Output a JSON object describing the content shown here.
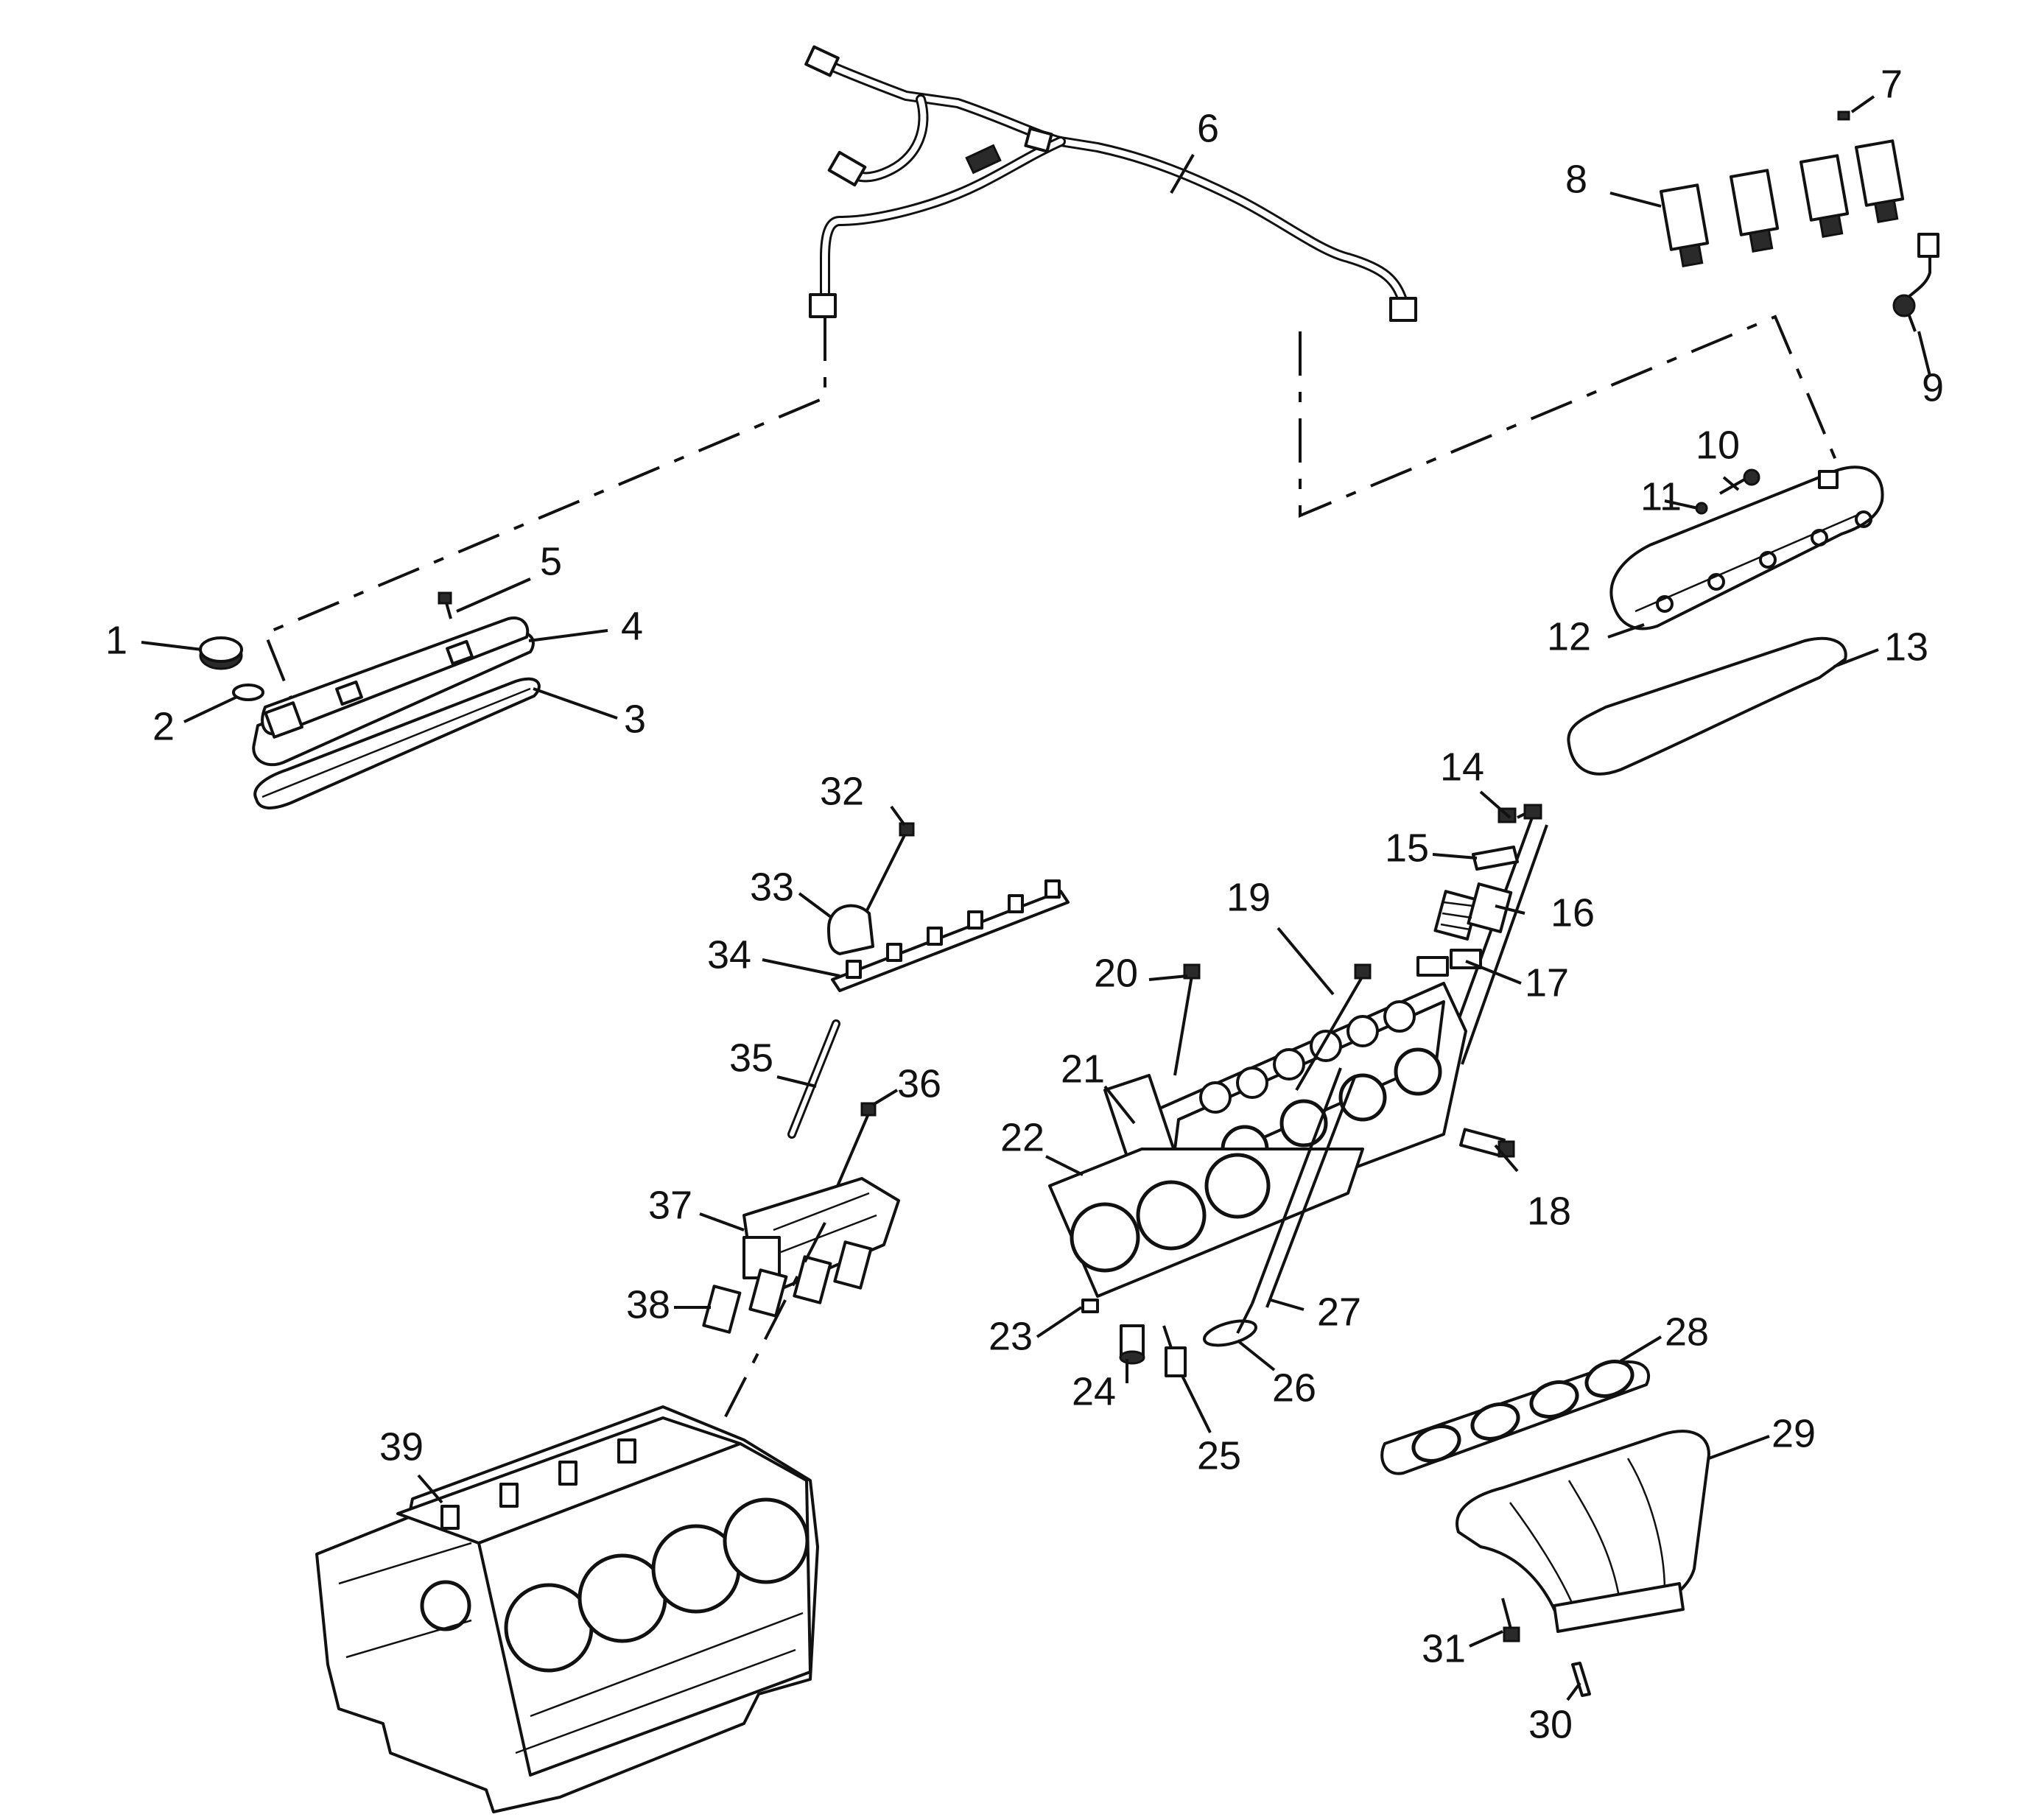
{
  "callouts": [
    {
      "id": "1",
      "label": "1"
    },
    {
      "id": "2",
      "label": "2"
    },
    {
      "id": "3",
      "label": "3"
    },
    {
      "id": "4",
      "label": "4"
    },
    {
      "id": "5",
      "label": "5"
    },
    {
      "id": "6",
      "label": "6"
    },
    {
      "id": "7",
      "label": "7"
    },
    {
      "id": "8",
      "label": "8"
    },
    {
      "id": "9",
      "label": "9"
    },
    {
      "id": "10",
      "label": "10"
    },
    {
      "id": "11",
      "label": "11"
    },
    {
      "id": "12",
      "label": "12"
    },
    {
      "id": "13",
      "label": "13"
    },
    {
      "id": "14",
      "label": "14"
    },
    {
      "id": "15",
      "label": "15"
    },
    {
      "id": "16",
      "label": "16"
    },
    {
      "id": "17",
      "label": "17"
    },
    {
      "id": "18",
      "label": "18"
    },
    {
      "id": "19",
      "label": "19"
    },
    {
      "id": "20",
      "label": "20"
    },
    {
      "id": "21",
      "label": "21"
    },
    {
      "id": "22",
      "label": "22"
    },
    {
      "id": "23",
      "label": "23"
    },
    {
      "id": "24",
      "label": "24"
    },
    {
      "id": "25",
      "label": "25"
    },
    {
      "id": "26",
      "label": "26"
    },
    {
      "id": "27",
      "label": "27"
    },
    {
      "id": "28",
      "label": "28"
    },
    {
      "id": "29",
      "label": "29"
    },
    {
      "id": "30",
      "label": "30"
    },
    {
      "id": "31",
      "label": "31"
    },
    {
      "id": "32",
      "label": "32"
    },
    {
      "id": "33",
      "label": "33"
    },
    {
      "id": "34",
      "label": "34"
    },
    {
      "id": "35",
      "label": "35"
    },
    {
      "id": "36",
      "label": "36"
    },
    {
      "id": "37",
      "label": "37"
    },
    {
      "id": "38",
      "label": "38"
    },
    {
      "id": "39",
      "label": "39"
    }
  ],
  "colors": {
    "line": "#111111",
    "background": "#ffffff"
  }
}
